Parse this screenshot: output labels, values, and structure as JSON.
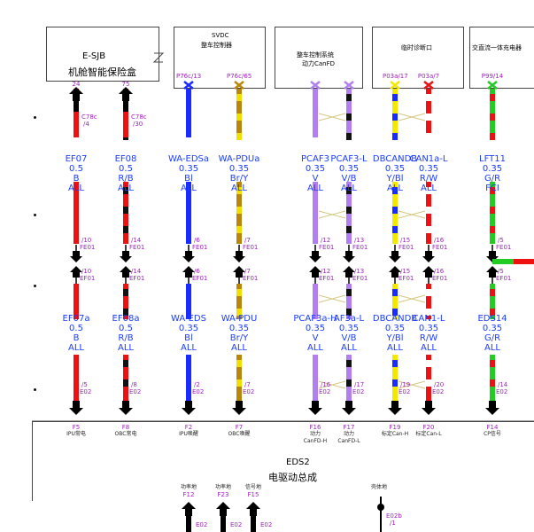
{
  "header_boxes": [
    {
      "id": "ejsb",
      "line1": "E-SJB",
      "line2": "机舱智能保险盒"
    },
    {
      "id": "svdc",
      "line1": "SVDC",
      "line2": "整车控制器"
    },
    {
      "id": "vcu",
      "line1": "整车控制系统",
      "line2": "动力CanFD"
    },
    {
      "id": "diag",
      "line1": "临时诊断口",
      "line2": ""
    },
    {
      "id": "ac",
      "line1": "交直流一体充电器",
      "line2": ""
    }
  ],
  "pins_top": [
    "24",
    "75",
    "P76c/13",
    "P76c/65",
    "P03a/17",
    "P03a/7",
    "P99/14"
  ],
  "columns": [
    {
      "id": "c1",
      "color": "#ee1111",
      "stripe": "",
      "pin_top": "24",
      "c_label": "C78c",
      "c_pin": "/4",
      "wire_top": [
        "EF07",
        "0.5",
        "B",
        "ALL"
      ],
      "mid_up": [
        "/10",
        "FE01"
      ],
      "mid_dn": [
        "/10",
        "EF01"
      ],
      "wire_bot": [
        "EF07a",
        "0.5",
        "B",
        "ALL"
      ],
      "bot_pin": [
        "/5",
        "E02"
      ],
      "f_id": "F5",
      "f_name": "IPU常电",
      "f_name2": ""
    },
    {
      "id": "c2",
      "color": "#ee1111",
      "stripe": "#111111",
      "pin_top": "75",
      "c_label": "C78c",
      "c_pin": "/30",
      "wire_top": [
        "EF08",
        "0.5",
        "R/B",
        "ALL"
      ],
      "mid_up": [
        "/14",
        "FE01"
      ],
      "mid_dn": [
        "/14",
        "EF01"
      ],
      "wire_bot": [
        "EF08a",
        "0.5",
        "R/B",
        "ALL"
      ],
      "bot_pin": [
        "/8",
        "E02"
      ],
      "f_id": "F8",
      "f_name": "OBC常电",
      "f_name2": ""
    },
    {
      "id": "c3",
      "color": "#1a2bff",
      "stripe": "",
      "pin_top": "P76c/13",
      "c_label": "",
      "c_pin": "",
      "wire_top": [
        "WA-EDSa",
        "0.35",
        "Bl",
        "ALL"
      ],
      "mid_up": [
        "/6",
        "FE01"
      ],
      "mid_dn": [
        "/6",
        "EF01"
      ],
      "wire_bot": [
        "WA-EDS",
        "0.35",
        "Bl",
        "ALL"
      ],
      "bot_pin": [
        "/2",
        "E02"
      ],
      "f_id": "F2",
      "f_name": "IPU唤醒",
      "f_name2": ""
    },
    {
      "id": "c4",
      "color": "#b8860b",
      "stripe": "#f0e000",
      "pin_top": "P76c/65",
      "c_label": "",
      "c_pin": "",
      "wire_top": [
        "WA-PDUa",
        "0.35",
        "Br/Y",
        "ALL"
      ],
      "mid_up": [
        "/7",
        "FE01"
      ],
      "mid_dn": [
        "/7",
        "EF01"
      ],
      "wire_bot": [
        "WA-PDU",
        "0.35",
        "Br/Y",
        "ALL"
      ],
      "bot_pin": [
        "/7",
        "E02"
      ],
      "f_id": "F7",
      "f_name": "OBC唤醒",
      "f_name2": ""
    },
    {
      "id": "c5",
      "color": "#b27ff0",
      "stripe": "",
      "pin_top": "",
      "c_label": "",
      "c_pin": "",
      "wire_top": [
        "PCAF3",
        "0.35",
        "V",
        "ALL"
      ],
      "mid_up": [
        "/12",
        "FE01"
      ],
      "mid_dn": [
        "/12",
        "EF01"
      ],
      "wire_bot": [
        "PCAF3a-H",
        "0.35",
        "V",
        "ALL"
      ],
      "bot_pin": [
        "/16",
        "E02"
      ],
      "f_id": "F16",
      "f_name": "动力",
      "f_name2": "CanFD-H"
    },
    {
      "id": "c6",
      "color": "#b27ff0",
      "stripe": "#111111",
      "pin_top": "",
      "c_label": "",
      "c_pin": "",
      "wire_top": [
        "PCAF3-L",
        "0.35",
        "V/B",
        "ALL"
      ],
      "mid_up": [
        "/13",
        "FE01"
      ],
      "mid_dn": [
        "/13",
        "EF01"
      ],
      "wire_bot": [
        "AF3a-L",
        "0.35",
        "V/B",
        "ALL"
      ],
      "bot_pin": [
        "/17",
        "E02"
      ],
      "f_id": "F17",
      "f_name": "动力",
      "f_name2": "CanFD-L"
    },
    {
      "id": "c7",
      "color": "#f4e800",
      "stripe": "#1a2bff",
      "pin_top": "P03a/17",
      "c_label": "",
      "c_pin": "",
      "wire_top": [
        "DBCANDB",
        "0.35",
        "Y/Bl",
        "ALL"
      ],
      "mid_up": [
        "/15",
        "FE01"
      ],
      "mid_dn": [
        "/15",
        "EF01"
      ],
      "wire_bot": [
        "DBCANDB",
        "0.35",
        "Y/Bl",
        "ALL"
      ],
      "bot_pin": [
        "/19",
        "E02"
      ],
      "f_id": "F19",
      "f_name": "标定Can-H",
      "f_name2": ""
    },
    {
      "id": "c8",
      "color": "#ee1111",
      "stripe": "#ffffff",
      "pin_top": "P03a/7",
      "c_label": "",
      "c_pin": "",
      "wire_top": [
        "CAN1a-L",
        "0.35",
        "R/W",
        "ALL"
      ],
      "mid_up": [
        "/16",
        "FE01"
      ],
      "mid_dn": [
        "/16",
        "EF01"
      ],
      "wire_bot": [
        "CAN1-L",
        "0.35",
        "R/W",
        "ALL"
      ],
      "bot_pin": [
        "/20",
        "E02"
      ],
      "f_id": "F20",
      "f_name": "标定Can-L",
      "f_name2": ""
    },
    {
      "id": "c9",
      "color": "#22cc22",
      "stripe": "#ee1111",
      "pin_top": "P99/14",
      "c_label": "",
      "c_pin": "",
      "wire_top": [
        "LFT11",
        "0.35",
        "G/R",
        "FCI"
      ],
      "mid_up": [
        "/5",
        "FE01"
      ],
      "mid_dn": [
        "/5",
        "EF01"
      ],
      "wire_bot": [
        "EDS14",
        "0.35",
        "G/R",
        "ALL"
      ],
      "bot_pin": [
        "/14",
        "E02"
      ],
      "f_id": "F14",
      "f_name": "CP信号",
      "f_name2": ""
    }
  ],
  "bottom_box": {
    "line1": "EDS2",
    "line2": "电驱动总成"
  },
  "bottom_pins": [
    {
      "id": "F12",
      "name": "功率地"
    },
    {
      "id": "F23",
      "name": "功率地"
    },
    {
      "id": "F15",
      "name": "信号地"
    }
  ],
  "bottom_labels": [
    "E02",
    "E02",
    "E02"
  ],
  "shell_ground": {
    "label": "壳体地",
    "pin": "E02b",
    "pin2": "/1"
  }
}
